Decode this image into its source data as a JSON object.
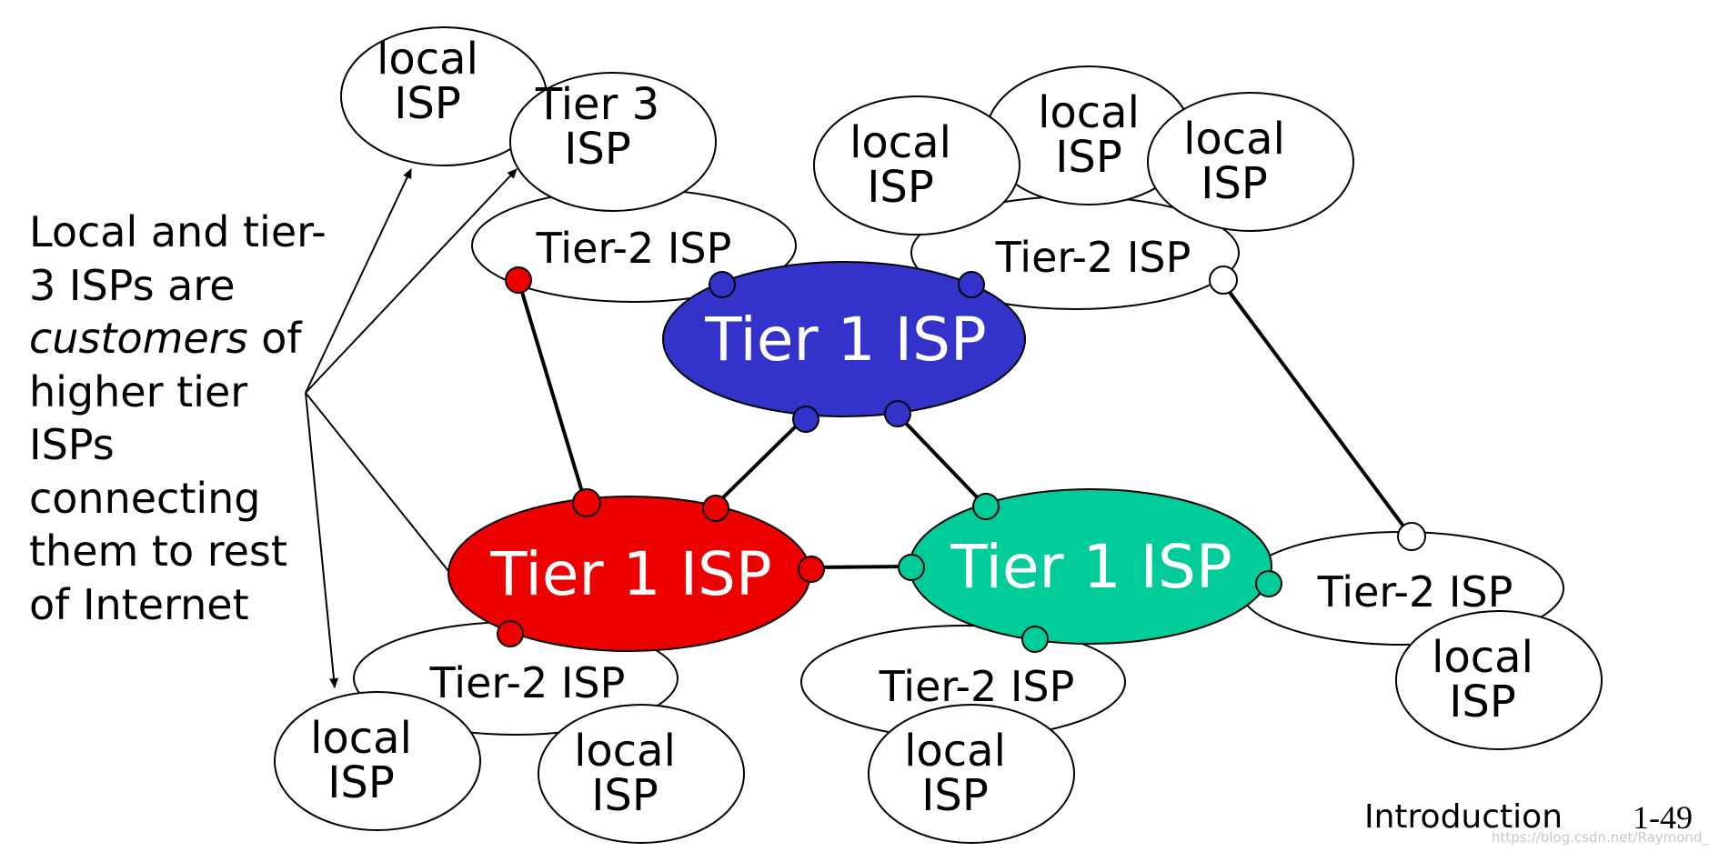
{
  "labels": {
    "local_isp": "local\nISP",
    "tier3_isp": "Tier 3\nISP",
    "tier2_isp": "Tier-2 ISP",
    "tier1_isp": "Tier 1 ISP"
  },
  "caption": {
    "line1": "Local and tier-",
    "line2": "3 ISPs are",
    "line3_em": "customers",
    "line3_rest": " of",
    "line4": "higher tier",
    "line5": "ISPs",
    "line6": "connecting",
    "line7": "them to rest",
    "line8": "of Internet"
  },
  "footer": {
    "title": "Introduction",
    "slide_number": "1-49"
  },
  "watermark": "https://blog.csdn.net/Raymond_..",
  "colors": {
    "tier1_blue": "#3333cc",
    "tier1_red": "#ee0000",
    "tier1_green": "#00cc99",
    "outline": "#000000",
    "white": "#ffffff"
  }
}
